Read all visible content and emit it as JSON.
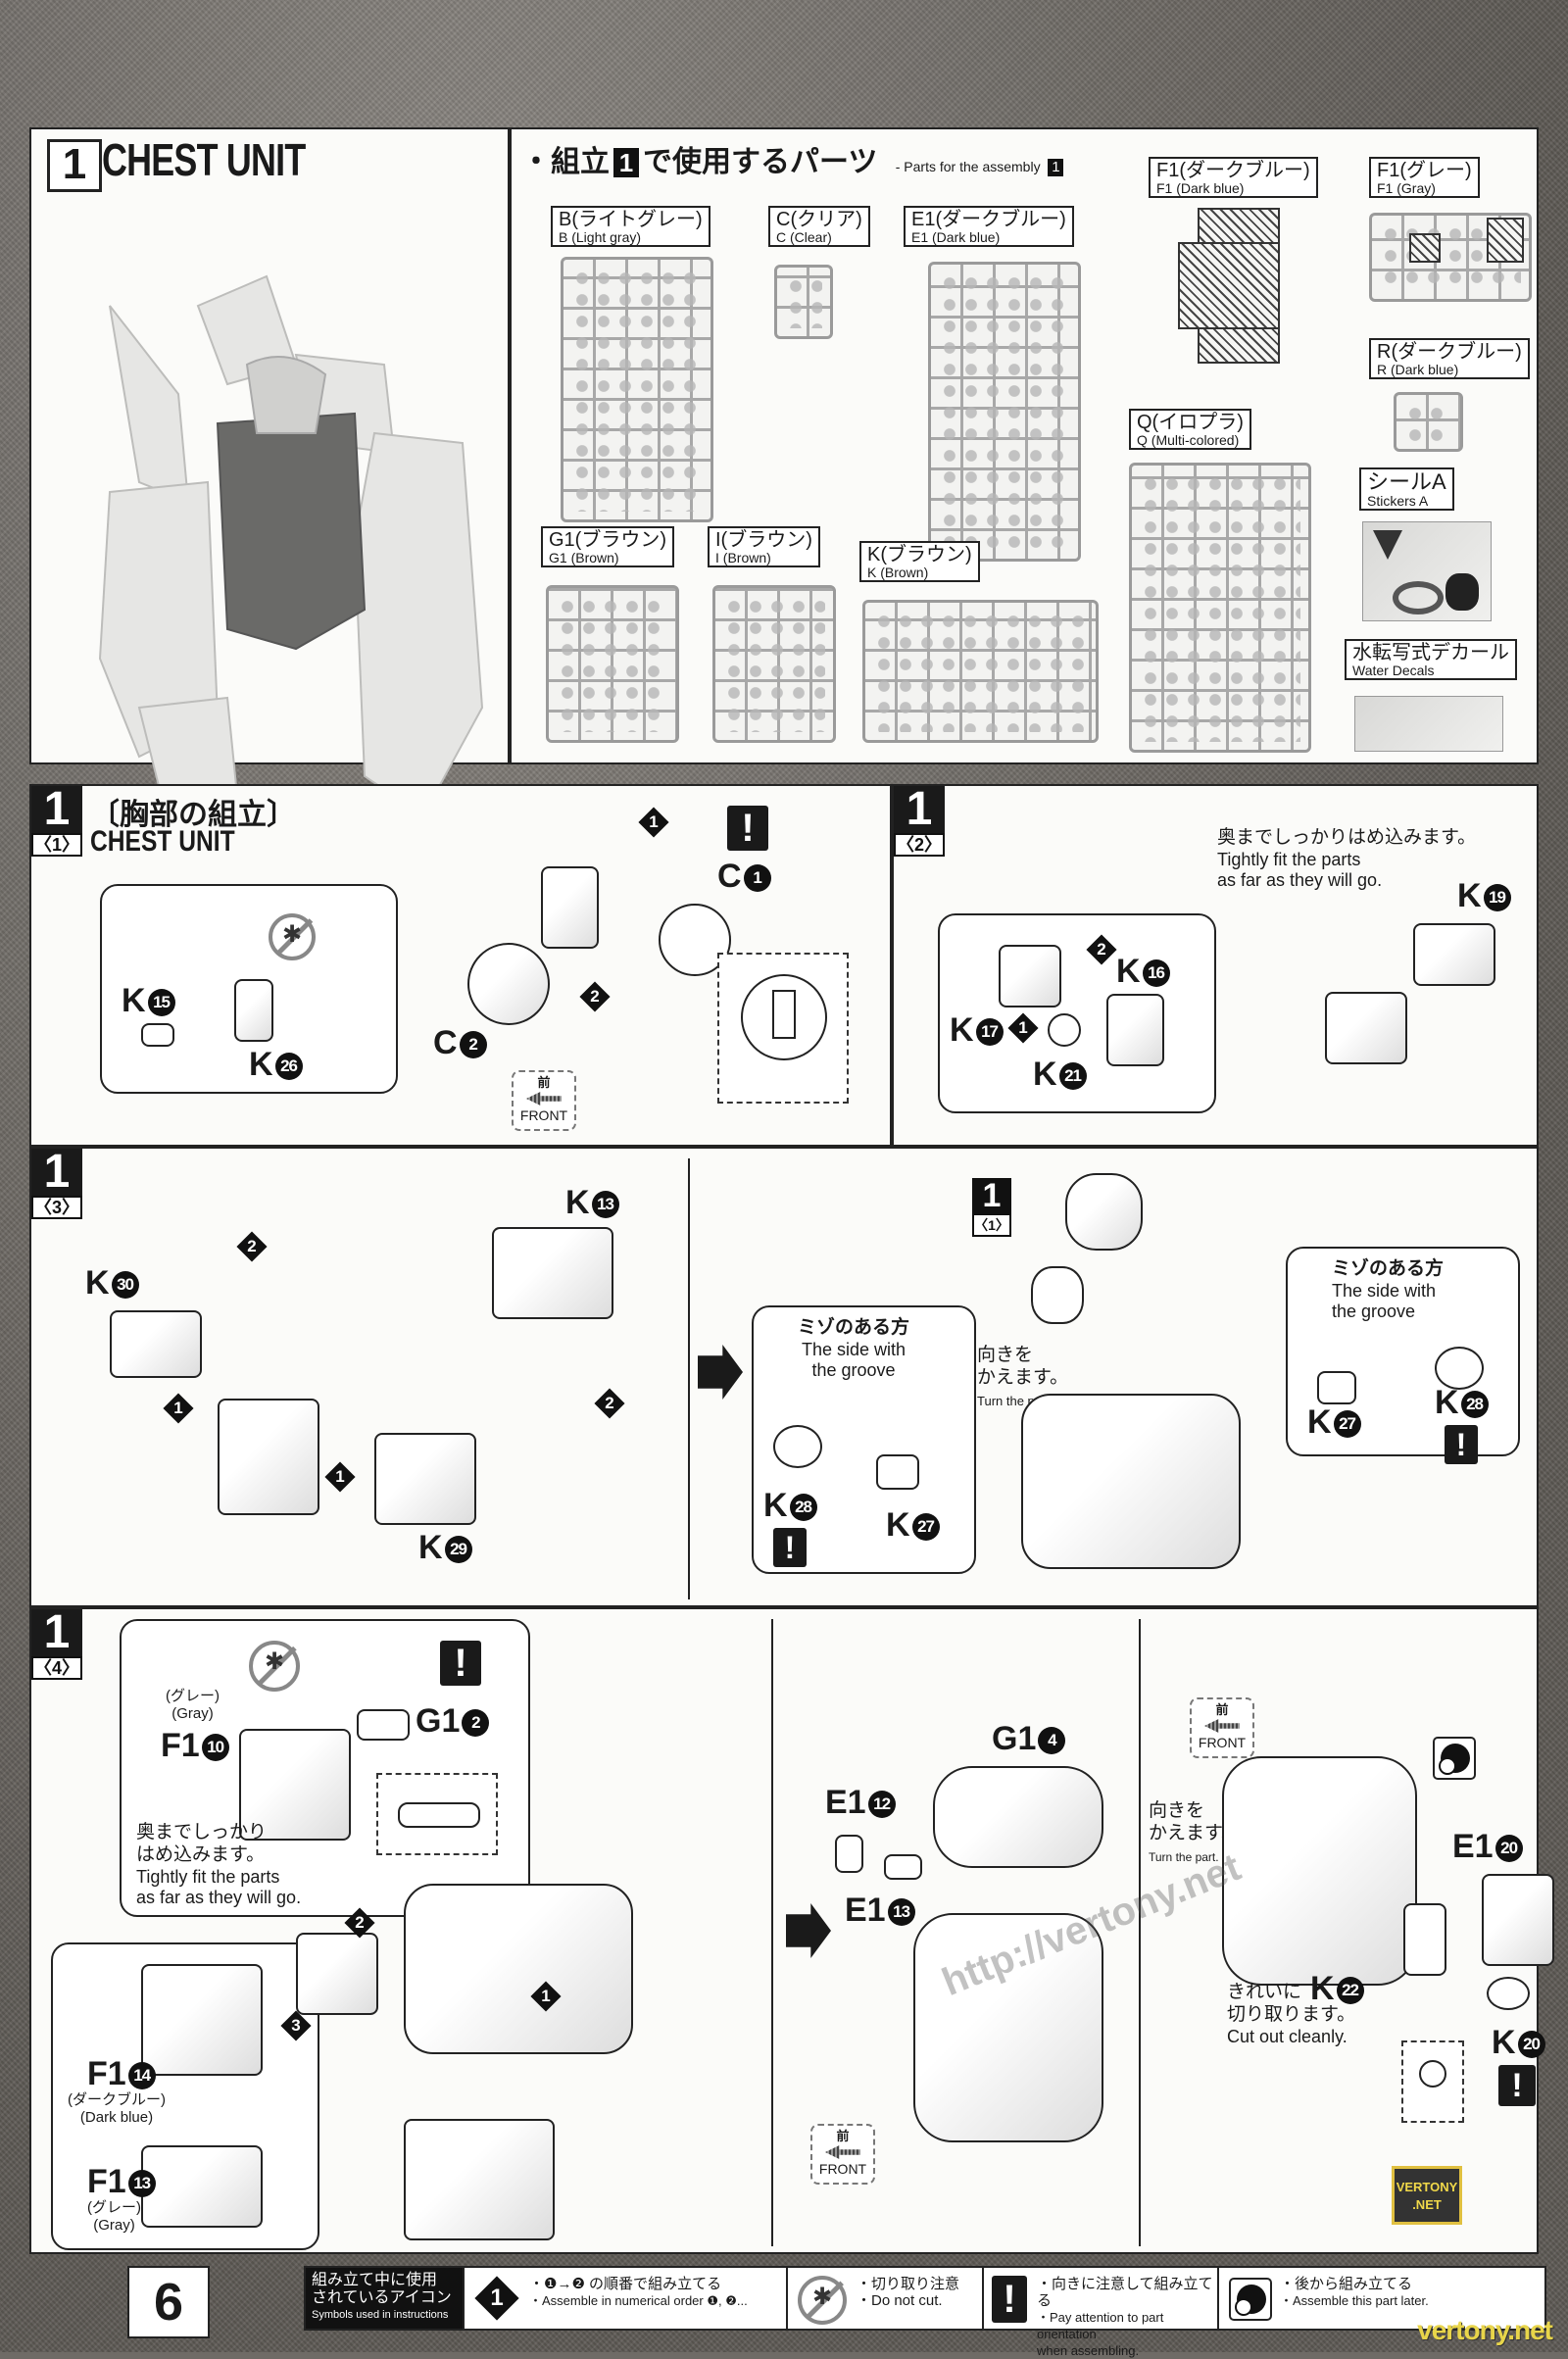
{
  "page": {
    "number": "6"
  },
  "header": {
    "step_number": "1",
    "title": "CHEST UNIT"
  },
  "parts_list": {
    "heading_jp_pre": "・組立",
    "heading_num": "1",
    "heading_jp_post": "で使用するパーツ",
    "heading_en": "- Parts for the assembly",
    "heading_en_num": "1",
    "runners": [
      {
        "jp": "B(ライトグレー)",
        "en": "B (Light gray)"
      },
      {
        "jp": "C(クリア)",
        "en": "C (Clear)"
      },
      {
        "jp": "E1(ダークブルー)",
        "en": "E1 (Dark blue)"
      },
      {
        "jp": "F1(ダークブルー)",
        "en": "F1 (Dark blue)"
      },
      {
        "jp": "F1(グレー)",
        "en": "F1 (Gray)"
      },
      {
        "jp": "R(ダークブルー)",
        "en": "R (Dark blue)"
      },
      {
        "jp": "Q(イロプラ)",
        "en": "Q (Multi-colored)"
      },
      {
        "jp": "G1(ブラウン)",
        "en": "G1 (Brown)"
      },
      {
        "jp": "I(ブラウン)",
        "en": "I (Brown)"
      },
      {
        "jp": "K(ブラウン)",
        "en": "K (Brown)"
      },
      {
        "jp": "シールA",
        "en": "Stickers A"
      },
      {
        "jp": "水転写式デカール",
        "en": "Water Decals"
      }
    ]
  },
  "step1": {
    "num": "1",
    "sub": "〈1〉",
    "title_jp": "〔胸部の組立〕",
    "title_en": "CHEST UNIT",
    "labels": {
      "k15": "K",
      "k15n": "15",
      "k26": "K",
      "k26n": "26",
      "c1": "C",
      "c1n": "1",
      "c2": "C",
      "c2n": "2"
    },
    "order": [
      "1",
      "2"
    ],
    "front_jp": "前",
    "front_en": "FRONT"
  },
  "step2": {
    "num": "1",
    "sub": "〈2〉",
    "note_jp": "奥までしっかりはめ込みます。",
    "note_en1": "Tightly fit the parts",
    "note_en2": "as far as they will go.",
    "labels": {
      "k19": "K",
      "k19n": "19",
      "k16": "K",
      "k16n": "16",
      "k17": "K",
      "k17n": "17",
      "k21": "K",
      "k21n": "21"
    },
    "order": [
      "1",
      "2"
    ]
  },
  "step3": {
    "num": "1",
    "sub": "〈3〉",
    "labels": {
      "k13": "K",
      "k13n": "13",
      "k30": "K",
      "k30n": "30",
      "k29": "K",
      "k29n": "29",
      "k28": "K",
      "k28n": "28",
      "k27": "K",
      "k27n": "27"
    },
    "order": [
      "1",
      "2"
    ],
    "groove_jp": "ミゾのある方",
    "groove_en1": "The side with",
    "groove_en2": "the groove",
    "turn_jp1": "向きを",
    "turn_jp2": "かえます。",
    "turn_en": "Turn the part.",
    "ref_num": "1",
    "ref_sub": "〈1〉"
  },
  "step4": {
    "num": "1",
    "sub": "〈4〉",
    "gray_jp": "(グレー)",
    "gray_en": "(Gray)",
    "dark_blue_jp": "(ダークブルー)",
    "dark_blue_en": "(Dark blue)",
    "fit_jp1": "奥までしっかり",
    "fit_jp2": "はめ込みます。",
    "fit_en1": "Tightly fit the parts",
    "fit_en2": "as far as they will go.",
    "labels": {
      "f1_10": "F1",
      "f1_10n": "10",
      "g1_2": "G1",
      "g1_2n": "2",
      "f1_14": "F1",
      "f1_14n": "14",
      "f1_13": "F1",
      "f1_13n": "13",
      "g1_4": "G1",
      "g1_4n": "4",
      "e1_12": "E1",
      "e1_12n": "12",
      "e1_13": "E1",
      "e1_13n": "13",
      "e1_20": "E1",
      "e1_20n": "20",
      "k22": "K",
      "k22n": "22",
      "k20": "K",
      "k20n": "20"
    },
    "order": [
      "1",
      "2",
      "3"
    ],
    "turn_jp1": "向きを",
    "turn_jp2": "かえます。",
    "turn_en": "Turn the part.",
    "cut_jp1": "きれいに",
    "cut_jp2": "切り取ります。",
    "cut_en": "Cut out cleanly.",
    "front_jp": "前",
    "front_en": "FRONT"
  },
  "legend": {
    "header_jp1": "組み立て中に使用",
    "header_jp2": "されているアイコン",
    "header_en": "Symbols used in instructions",
    "items": [
      {
        "icon": "numbered-diamond-icon",
        "glyph": "1",
        "jp": "・❶→❷ の順番で組み立てる",
        "en": "・Assemble in numerical order ❶, ❷..."
      },
      {
        "icon": "do-not-cut-icon",
        "jp": "・切り取り注意",
        "en": "・Do not cut."
      },
      {
        "icon": "exclamation-icon",
        "glyph": "!",
        "jp": "・向きに注意して組み立てる",
        "en": "・Pay attention to part orientation",
        "en2": "when assembling."
      },
      {
        "icon": "assemble-later-icon",
        "jp": "・後から組み立てる",
        "en": "・Assemble this part later."
      }
    ]
  },
  "watermarks": {
    "logo_line1": "VERTONY",
    "logo_line2": ".NET",
    "site": "vertony.net"
  }
}
